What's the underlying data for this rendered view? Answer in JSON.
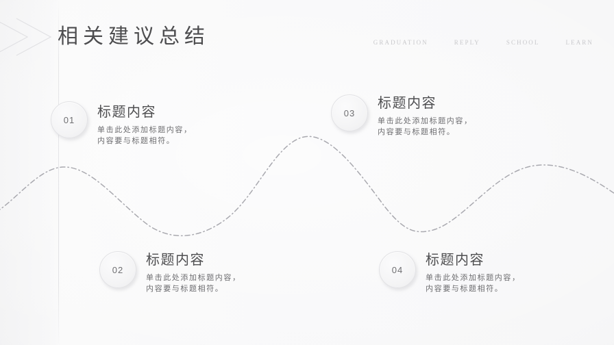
{
  "page": {
    "title": "相关建议总结",
    "background_color": "#f7f7f8",
    "title_color": "#4d4d4f"
  },
  "nav": {
    "items": [
      {
        "label": "GRADUATION"
      },
      {
        "label": "REPLY"
      },
      {
        "label": "SCHOOL"
      },
      {
        "label": "LEARN"
      }
    ],
    "color": "#c9c9cc"
  },
  "decor": {
    "chevron_icon": "double-chevron-right",
    "chevron_color": "#e0e0e3",
    "wave_icon": "dash-dot-sine-wave",
    "wave_color": "#a9a9af"
  },
  "blocks": [
    {
      "number": "01",
      "title": "标题内容",
      "body": "单击此处添加标题内容，\n内容要与标题相符。"
    },
    {
      "number": "02",
      "title": "标题内容",
      "body": "单击此处添加标题内容，\n内容要与标题相符。"
    },
    {
      "number": "03",
      "title": "标题内容",
      "body": "单击此处添加标题内容，\n内容要与标题相符。"
    },
    {
      "number": "04",
      "title": "标题内容",
      "body": "单击此处添加标题内容，\n内容要与标题相符。"
    }
  ]
}
